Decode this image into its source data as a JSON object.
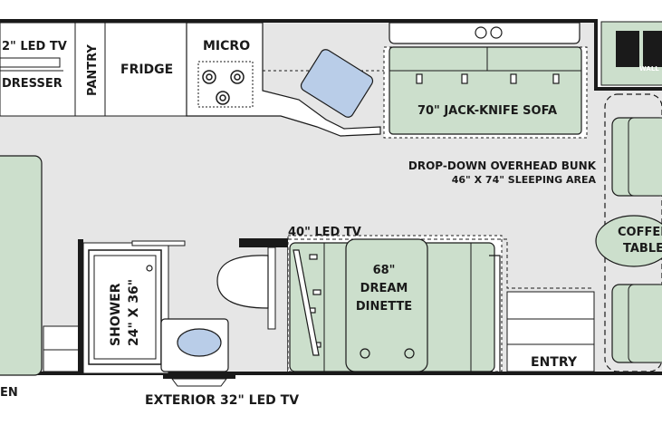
{
  "colors": {
    "wall": "#1a1a1a",
    "furniture": "#ccdfcc",
    "glass": "#b9cde8",
    "floor": "#e6e6e6",
    "white": "#ffffff"
  },
  "labels": {
    "tv_top": "2\" LED TV",
    "dresser": "DRESSER",
    "pantry": "PANTRY",
    "fridge": "FRIDGE",
    "micro": "MICRO",
    "sofa": "70\" JACK-KNIFE SOFA",
    "bunk_line1": "DROP-DOWN OVERHEAD BUNK",
    "bunk_line2": "46\" X 74\" SLEEPING AREA",
    "tv_40": "40\" LED TV",
    "dinette_line1": "68\"",
    "dinette_line2": "DREAM",
    "dinette_line3": "DINETTE",
    "shower_line1": "SHOWER",
    "shower_line2": "24\" X 36\"",
    "coffee_line1": "COFFEE",
    "coffee_line2": "TABLE",
    "entry": "ENTRY",
    "exterior_tv": "EXTERIOR 32\" LED TV",
    "bottom_left": "EN",
    "logo_text": "WALL"
  }
}
